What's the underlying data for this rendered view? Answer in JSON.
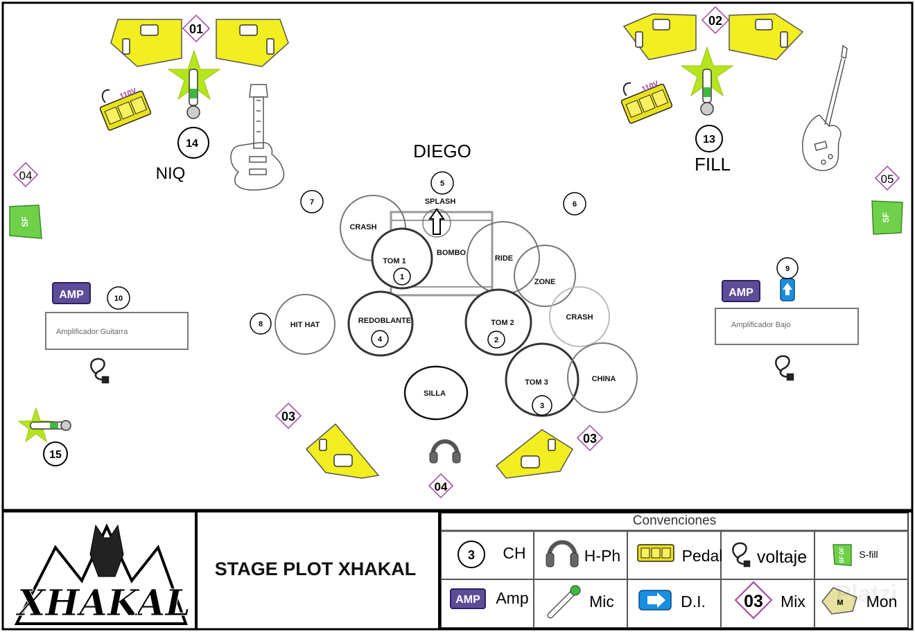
{
  "mix_labels": {
    "m01": "01",
    "m02": "02",
    "m03a": "03",
    "m03b": "03",
    "m03c": "03",
    "m04a": "04",
    "m04b": "04",
    "m05": "05"
  },
  "channels": {
    "c1": "1",
    "c2": "2",
    "c3": "3",
    "c4": "4",
    "c5": "5",
    "c6": "6",
    "c7": "7",
    "c8": "8",
    "c9": "9",
    "c10": "10",
    "c13": "13",
    "c14": "14",
    "c15": "15"
  },
  "musicians": {
    "niq": "NIQ",
    "diego": "DIEGO",
    "fill": "FILL"
  },
  "drums": {
    "splash": "SPLASH",
    "crash_left": "CRASH",
    "tom1": "TOM 1",
    "bombo": "BOMBO",
    "ride": "RIDE",
    "zone": "ZONE",
    "hihat": "HIT HAT",
    "redoblante": "REDOBLANTE",
    "tom2": "TOM 2",
    "crash_right": "CRASH",
    "tom3": "TOM 3",
    "china": "CHINA",
    "silla": "SILLA"
  },
  "amps": {
    "amp_badge": "AMP",
    "guitar_label": "Amplificador Guitarra",
    "bass_label": "Amplificador Bajo"
  },
  "pedal_voltage": "110V",
  "side_fill": "SF",
  "footer": {
    "title": "STAGE PLOT XHAKAL",
    "band_logo": "XHAKAL",
    "legend": {
      "heading": "Convenciones",
      "ch_sample": "3",
      "ch": "CH",
      "hph": "H-Ph",
      "pedal": "Pedal",
      "voltaje": "voltaje",
      "sfill_icon": "SF DF",
      "sfill": "S-fill",
      "amp_sample": "AMP",
      "amp": "Amp",
      "mic": "Mic",
      "di": "D.I.",
      "mix_sample": "03",
      "mix": "Mix",
      "mon_icon": "M",
      "mon": "Mon"
    },
    "watermark": "Platzi"
  },
  "colors": {
    "monitor_yellow": "#f2ee1f",
    "star_green": "#b5e61d",
    "sidefill_green": "#6fd04a",
    "mix_purple": "#a040a0",
    "amp_purple": "#5d4d99",
    "di_blue": "#1a8ee0"
  }
}
